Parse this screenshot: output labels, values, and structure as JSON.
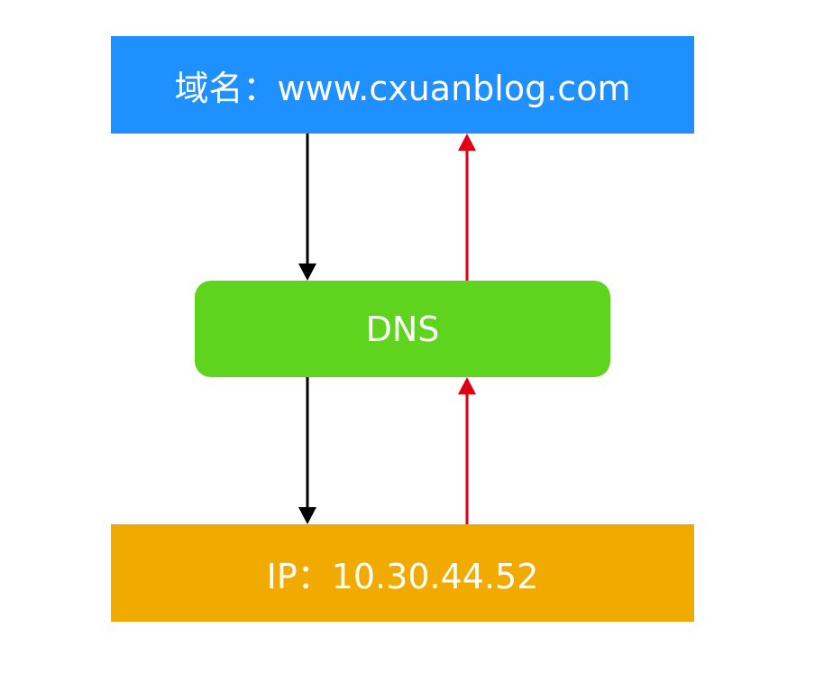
{
  "nodes": {
    "domain": {
      "label": "域名：www.cxuanblog.com"
    },
    "dns": {
      "label": "DNS"
    },
    "ip": {
      "label": "IP：10.30.44.52"
    }
  },
  "colors": {
    "domain_fill": "#1E90FF",
    "dns_fill": "#5ED41E",
    "ip_fill": "#F0AA00",
    "request_arrow": "#000000",
    "response_arrow": "#E00012"
  }
}
